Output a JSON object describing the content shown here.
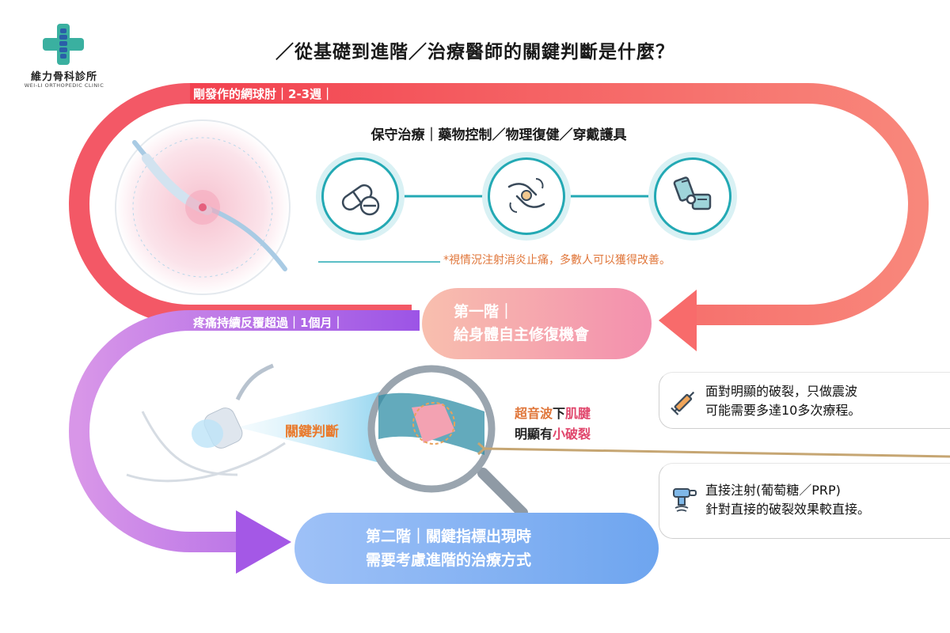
{
  "logo": {
    "name": "維力骨科診所",
    "subtitle": "WEI-LI ORTHOPEDIC CLINIC"
  },
  "title": "／從基礎到進階／治療醫師的關鍵判斷是什麼？",
  "stage1": {
    "band_label": "剛發作的網球肘｜2-3週｜",
    "subtitle": "保守治療｜藥物控制／物理復健／穿戴護具",
    "icons": [
      "capsule-icon",
      "hands-elbow-icon",
      "elbow-brace-icon"
    ],
    "note": "*視情況注射消炎止痛，多數人可以獲得改善。",
    "pill_line1": "第一階｜",
    "pill_line2": "給身體自主修復機會"
  },
  "stage2": {
    "band_label": "疼痛持續反覆超過｜1個月｜",
    "key_judgement": "關鍵判斷",
    "finding_part1": "超音波",
    "finding_part2": "下",
    "finding_part3": "肌腱",
    "finding_part4": "明顯有",
    "finding_part5": "小破裂",
    "pill_line1": "第二階｜關鍵指標出現時",
    "pill_line2": "需要考慮進階的治療方式"
  },
  "options": [
    {
      "icon": "syringe-icon",
      "line1": "面對明顯的破裂，只做震波",
      "line2": "可能需要多達10多次療程。"
    },
    {
      "icon": "shockwave-device-icon",
      "line1": "直接注射(葡萄糖／PRP)",
      "line2": "針對直接的破裂效果較直接。"
    }
  ],
  "colors": {
    "stage1_band_start": "#f24f5e",
    "stage1_band_end": "#f8837a",
    "stage2_band_start": "#c97fe0",
    "stage2_band_end": "#a55be6",
    "teal": "#23a9b4",
    "orange": "#e0763a",
    "pink": "#e0456b",
    "gold_line": "#c6a673"
  }
}
